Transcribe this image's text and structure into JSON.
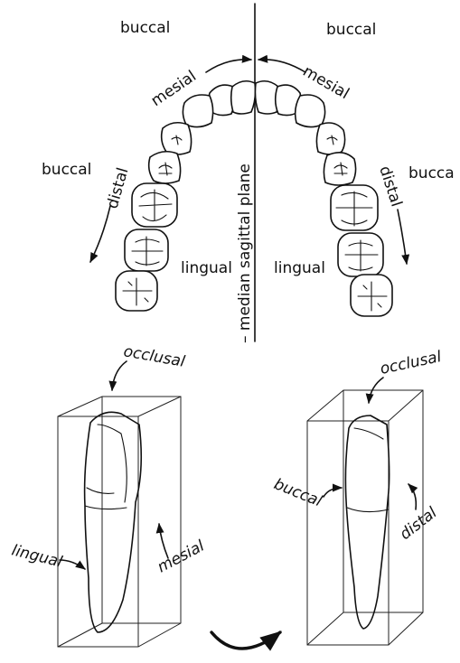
{
  "arch_labels": {
    "buccal_top_left": "buccal",
    "buccal_top_right": "buccal",
    "buccal_mid_left": "buccal",
    "buccal_mid_right": "bucca",
    "mesial_left": "mesial",
    "mesial_right": "mesial",
    "distal_left": "distal",
    "distal_right": "distal",
    "lingual_left": "lingual",
    "lingual_right": "lingual",
    "median_plane": "– median sagittal plane"
  },
  "tooth_left_labels": {
    "occlusal": "occlusal",
    "lingual": "lingual",
    "mesial": "mesial"
  },
  "tooth_right_labels": {
    "occlusal": "occlusal",
    "buccal": "buccal",
    "distal": "distal"
  },
  "colors": {
    "ink": "#111111",
    "background": "#ffffff"
  },
  "icons": [
    "rotation-arrow-icon"
  ]
}
